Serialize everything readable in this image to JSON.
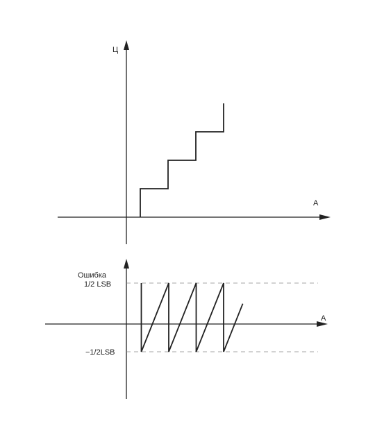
{
  "top_plot": {
    "y_axis_label": "Ц",
    "x_axis_label": "А"
  },
  "bottom_plot": {
    "y_axis_label": "Ошибка",
    "x_axis_label": "А",
    "upper_level_label": "1/2 LSB",
    "lower_level_label": "−1/2LSB"
  },
  "chart_data": [
    {
      "type": "line",
      "title": "",
      "xlabel": "А",
      "ylabel": "Ц",
      "series": [
        {
          "x": [
            1,
            1,
            2,
            2,
            3,
            3,
            4,
            4
          ],
          "y": [
            0,
            1,
            1,
            2,
            2,
            3,
            3,
            4
          ]
        }
      ],
      "xlim": [
        -2.5,
        7
      ],
      "ylim": [
        -1,
        6.5
      ]
    },
    {
      "type": "line",
      "title": "",
      "xlabel": "А",
      "ylabel": "Ошибка",
      "series": [
        {
          "x": [
            1,
            1,
            2,
            2,
            3,
            3,
            4,
            4,
            4.7
          ],
          "y": [
            0.5,
            -0.5,
            0.5,
            -0.5,
            0.5,
            -0.5,
            0.5,
            -0.5,
            0.2
          ]
        }
      ],
      "reference_lines_y": [
        0.5,
        -0.5
      ],
      "xlim": [
        -3,
        7
      ],
      "ylim": [
        -1.6,
        1.3
      ]
    }
  ]
}
